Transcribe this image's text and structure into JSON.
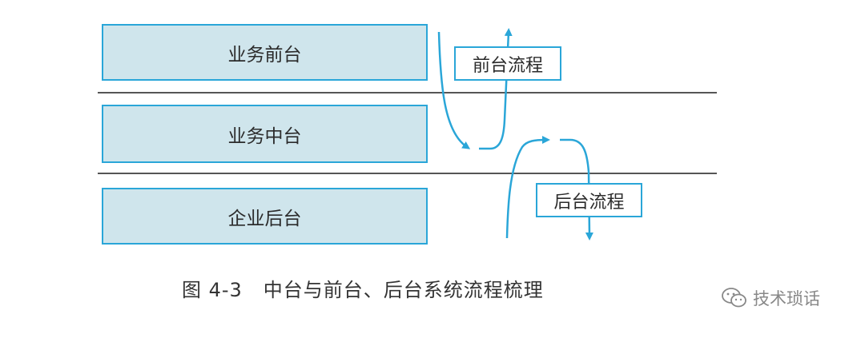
{
  "layers": {
    "front": "业务前台",
    "middle": "业务中台",
    "back": "企业后台"
  },
  "flows": {
    "front_flow": "前台流程",
    "back_flow": "后台流程"
  },
  "caption": "图 4-3   中台与前台、后台系统流程梳理",
  "watermark": "技术琐话",
  "colors": {
    "box_fill": "#cfe5ec",
    "accent": "#2aa6d8",
    "divider": "#555555"
  }
}
